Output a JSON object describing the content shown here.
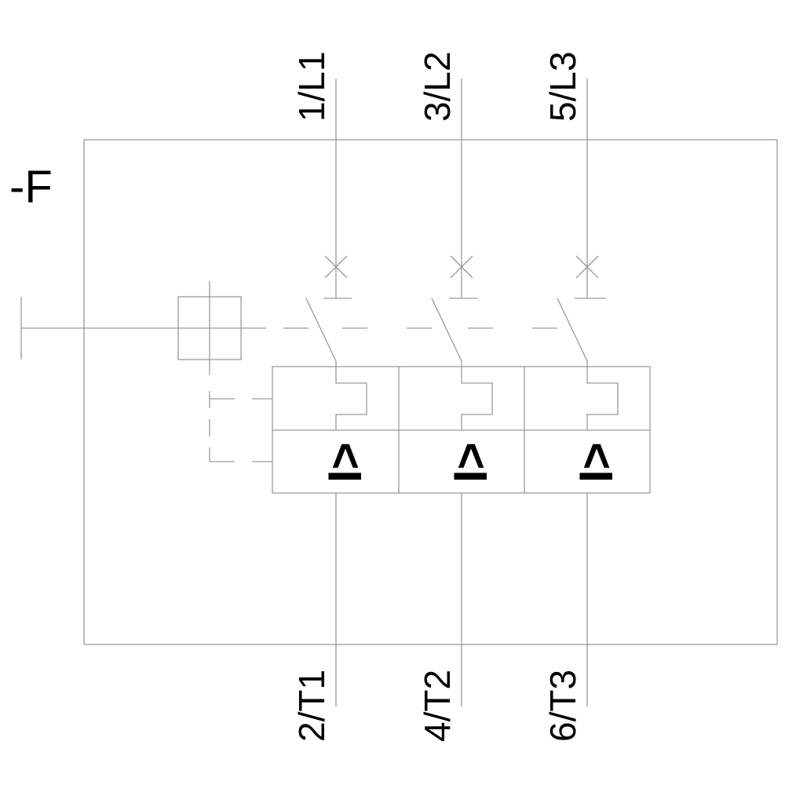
{
  "device_tag": "-F",
  "poles": [
    {
      "top_terminal": "1/L1",
      "bottom_terminal": "2/T1",
      "trip_symbol": "I>"
    },
    {
      "top_terminal": "3/L2",
      "bottom_terminal": "4/T2",
      "trip_symbol": "I>"
    },
    {
      "top_terminal": "5/L3",
      "bottom_terminal": "6/T3",
      "trip_symbol": "I>"
    }
  ],
  "colors": {
    "line": "#9a9a9a",
    "text": "#000000"
  }
}
